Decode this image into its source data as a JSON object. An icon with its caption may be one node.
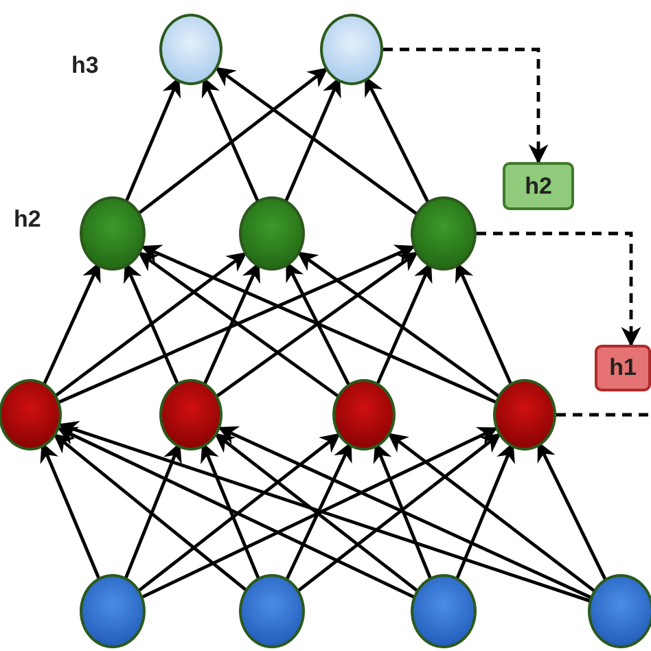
{
  "diagram": {
    "nodes": [
      {
        "text": [],
        "shape": "circle"
      },
      {
        "text": [],
        "shape": "circle"
      },
      {
        "text": [
          "h2"
        ]
      },
      {
        "text": [],
        "shape": "circle"
      },
      {
        "text": [],
        "shape": "circle"
      },
      {
        "text": [],
        "shape": "circle"
      },
      {
        "text": [
          "h1"
        ]
      },
      {
        "text": [],
        "shape": "circle"
      },
      {
        "text": [],
        "shape": "circle"
      },
      {
        "text": [],
        "shape": "circle"
      },
      {
        "text": [],
        "shape": "circle"
      },
      {
        "text": [],
        "shape": "circle"
      },
      {
        "text": [],
        "shape": "circle"
      },
      {
        "text": [],
        "shape": "circle"
      },
      {
        "text": [],
        "shape": "circle"
      }
    ],
    "edges": [
      {
        "from": 3,
        "to": 0,
        "arrow": "to"
      },
      {
        "from": 3,
        "to": 1,
        "arrow": "to"
      },
      {
        "from": 4,
        "to": 0,
        "arrow": "to"
      },
      {
        "from": 4,
        "to": 1,
        "arrow": "to"
      },
      {
        "from": 5,
        "to": 0,
        "arrow": "to"
      },
      {
        "from": 5,
        "to": 1,
        "arrow": "to"
      },
      {
        "from": 7,
        "to": 3,
        "arrow": "to"
      },
      {
        "from": 7,
        "to": 4,
        "arrow": "to"
      },
      {
        "from": 7,
        "to": 5,
        "arrow": "to"
      },
      {
        "from": 8,
        "to": 3,
        "arrow": "to"
      },
      {
        "from": 8,
        "to": 4,
        "arrow": "to"
      },
      {
        "from": 8,
        "to": 5,
        "arrow": "to"
      },
      {
        "from": 9,
        "to": 3,
        "arrow": "to"
      },
      {
        "from": 9,
        "to": 4,
        "arrow": "to"
      },
      {
        "from": 9,
        "to": 5,
        "arrow": "to"
      },
      {
        "from": 10,
        "to": 3,
        "arrow": "to"
      },
      {
        "from": 10,
        "to": 4,
        "arrow": "to"
      },
      {
        "from": 10,
        "to": 5,
        "arrow": "to"
      },
      {
        "from": 11,
        "to": 7,
        "arrow": "to"
      },
      {
        "from": 11,
        "to": 8,
        "arrow": "to"
      },
      {
        "from": 11,
        "to": 9,
        "arrow": "to"
      },
      {
        "from": 11,
        "to": 10,
        "arrow": "to"
      },
      {
        "from": 12,
        "to": 7,
        "arrow": "to"
      },
      {
        "from": 12,
        "to": 8,
        "arrow": "to"
      },
      {
        "from": 12,
        "to": 9,
        "arrow": "to"
      },
      {
        "from": 12,
        "to": 10,
        "arrow": "to"
      },
      {
        "from": 13,
        "to": 7,
        "arrow": "to"
      },
      {
        "from": 13,
        "to": 8,
        "arrow": "to"
      },
      {
        "from": 13,
        "to": 9,
        "arrow": "to"
      },
      {
        "from": 13,
        "to": 10,
        "arrow": "to"
      },
      {
        "from": 14,
        "to": 7,
        "arrow": "to"
      },
      {
        "from": 14,
        "to": 8,
        "arrow": "to"
      },
      {
        "from": 14,
        "to": 9,
        "arrow": "to"
      },
      {
        "from": 14,
        "to": 10,
        "arrow": "to"
      },
      {
        "from": 1,
        "to": 2,
        "arrow": "to",
        "style": "dashed"
      },
      {
        "from": 5,
        "to": 6,
        "arrow": "to",
        "style": "dashed"
      },
      {
        "from": 10,
        "to": null,
        "arrow": "none",
        "style": "dashed"
      }
    ],
    "labels": [
      "h3",
      "h2"
    ]
  }
}
